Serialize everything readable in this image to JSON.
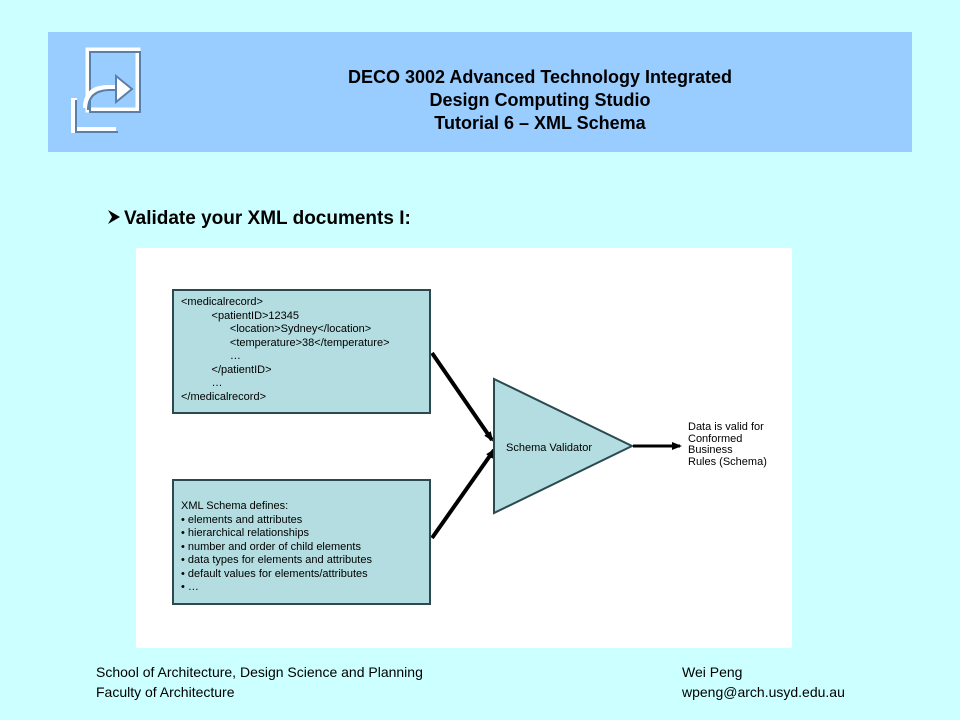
{
  "header": {
    "logo_icon": "arrow-in-square-logo-icon",
    "title_lines": [
      "DECO 3002 Advanced Technology Integrated",
      "Design Computing Studio",
      "Tutorial 6 – XML Schema"
    ]
  },
  "slide": {
    "bullet_icon": "arrowhead-bullet-icon",
    "heading": "Validate your XML documents I:"
  },
  "diagram": {
    "xml_box_lines": [
      "<medicalrecord>",
      "          <patientID>12345",
      "                <location>Sydney</location>",
      "                <temperature>38</temperature>",
      "                …",
      "          </patientID>",
      "          …",
      "</medicalrecord>"
    ],
    "schema_box_lines": [
      "XML Schema defines:",
      "• elements and attributes",
      "• hierarchical relationships",
      "• number and order of child elements",
      "• data types for elements and attributes",
      "• default values for elements/attributes",
      "• …"
    ],
    "validator_label": "Schema Validator",
    "result_lines": [
      "Data is valid for",
      "Conformed",
      "Business",
      "Rules (Schema)"
    ],
    "colors": {
      "box_fill": "#b3dde0",
      "box_border": "#2b4a4f",
      "arrow": "#000000"
    }
  },
  "footer": {
    "left_lines": [
      "School of Architecture, Design Science and Planning",
      "Faculty of Architecture"
    ],
    "right_lines": [
      "Wei Peng",
      "wpeng@arch.usyd.edu.au"
    ]
  },
  "colors": {
    "background": "#ccffff",
    "header_band": "#99ccff"
  }
}
